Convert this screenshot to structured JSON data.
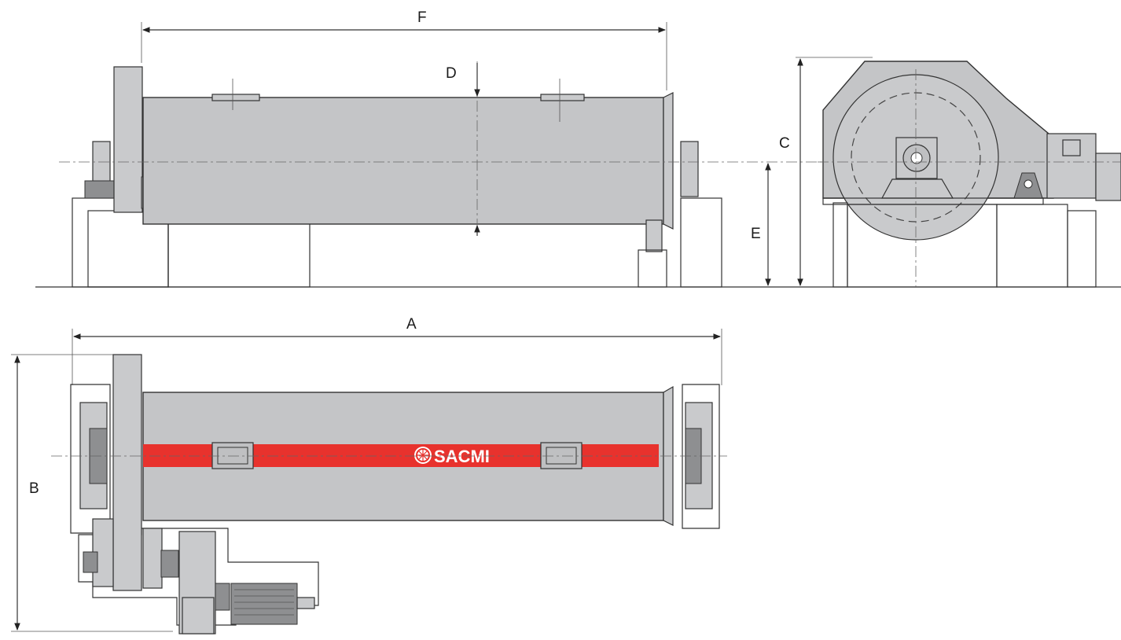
{
  "dimensions": {
    "a": "A",
    "b": "B",
    "c": "C",
    "d": "D",
    "e": "E",
    "f": "F"
  },
  "logo_text": "SACMI",
  "colors": {
    "body": "#c4c5c7",
    "stripe": "#e8322d",
    "line": "#333333"
  }
}
